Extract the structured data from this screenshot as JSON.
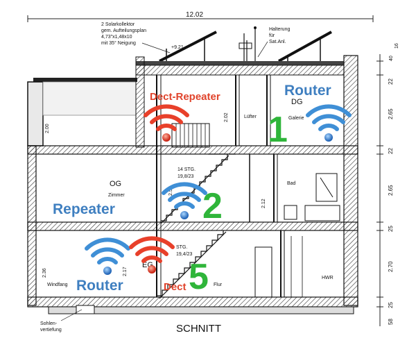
{
  "header": {
    "dimension_top": "12.02",
    "solar_note_1": "2 Solarkollektor",
    "solar_note_2": "gem. Aufteilungsplan",
    "solar_note_3": "4,73\"x1,48x10",
    "solar_note_4": "mit 35° Neigung",
    "level_mark": "+9.21",
    "holder_1": "Halterung",
    "holder_2": "für",
    "holder_3": "Sat.Anl."
  },
  "floors": {
    "dg": "DG",
    "og": "OG",
    "eg": "EG"
  },
  "rooms": {
    "luefter": "Lüfter",
    "galerie": "Galerie",
    "zimmer": "Zimmer",
    "bad": "Bad",
    "flur": "Flur",
    "hwr": "HWR",
    "windfang": "Windfang",
    "stair_og_1": "14 STG.",
    "stair_og_2": "19,8/23",
    "stair_eg_1": "STG.",
    "stair_eg_2": "19,4/23"
  },
  "devices": {
    "router_top": "Router",
    "router_bottom": "Router",
    "repeater": "Repeater",
    "dect_repeater": "Dect-Repeater",
    "dect": "Dect"
  },
  "numbers": {
    "n1": "1",
    "n2": "2",
    "n5": "5"
  },
  "dimensions": {
    "d_40": "40",
    "d_16": "16",
    "d_22a": "22",
    "d_265a": "2.65",
    "d_22b": "22",
    "d_265b": "2.65",
    "d_25a": "25",
    "d_270": "2.70",
    "d_25b": "25",
    "d_58": "58",
    "d_202": "2.02",
    "d_212": "2.12",
    "d_255": "2.55",
    "d_217": "2.17",
    "d_236": "2.36",
    "d_200": "2.00"
  },
  "footer": {
    "title": "SCHNITT",
    "sole_1": "Sohlen-",
    "sole_2": "vertiefung"
  },
  "colors": {
    "blue_signal": "#3f8fd6",
    "red_signal": "#e8402a",
    "green_number": "#2fb53a"
  }
}
